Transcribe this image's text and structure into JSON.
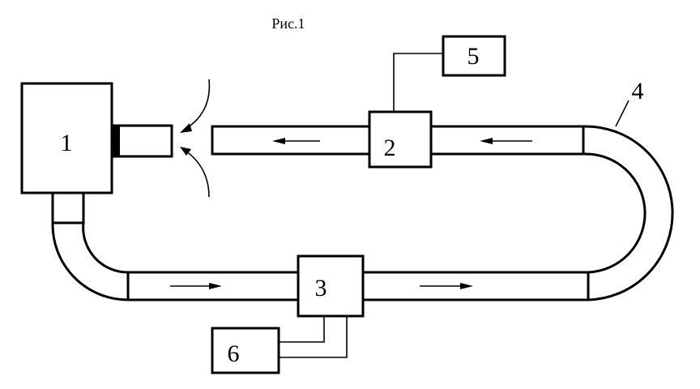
{
  "figure": {
    "caption": "Рис.1",
    "labels": {
      "block1": "1",
      "block2": "2",
      "block3": "3",
      "duct_bend": "4",
      "block5": "5",
      "block6": "6"
    }
  }
}
